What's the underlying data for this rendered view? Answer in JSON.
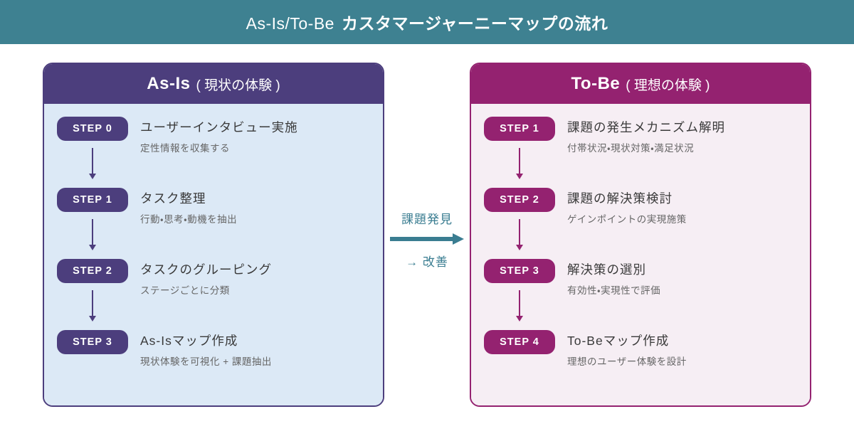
{
  "banner": {
    "title_latin": "As-Is/To-Be",
    "title_jp": "カスタマージャーニーマップの流れ"
  },
  "as_is": {
    "title": "As-Is",
    "subtitle": "( 現状の体験 )",
    "steps": [
      {
        "badge": "STEP 0",
        "title": "ユーザーインタビュー実施",
        "description": "定性情報を収集する"
      },
      {
        "badge": "STEP 1",
        "title": "タスク整理",
        "description": "行動・思考・動機を抽出"
      },
      {
        "badge": "STEP 2",
        "title": "タスクのグルーピング",
        "description": "ステージごとに分類"
      },
      {
        "badge": "STEP 3",
        "title": "As-Isマップ作成",
        "description": "現状体験を可視化 + 課題抽出"
      }
    ]
  },
  "to_be": {
    "title": "To-Be",
    "subtitle": "( 理想の体験 )",
    "steps": [
      {
        "badge": "STEP 1",
        "title": "課題の発生メカニズム解明",
        "description": "付帯状況・現状対策・満足状況"
      },
      {
        "badge": "STEP 2",
        "title": "課題の解決策検討",
        "description": "ゲインポイントの実現施策"
      },
      {
        "badge": "STEP 3",
        "title": "解決策の選別",
        "description": "有効性・実現性で評価"
      },
      {
        "badge": "STEP 4",
        "title": "To-Beマップ作成",
        "description": "理想のユーザー体験を設計"
      }
    ]
  },
  "connector": {
    "top_label": "課題発見",
    "bottom_label": "→ 改善"
  },
  "colors": {
    "page-bg": "#ffffff",
    "banner-bg": "#3e8191",
    "banner-text": "#ffffff",
    "teal": "#3a7d91",
    "purple": "#4c3e7d",
    "purple-body": "#dce9f6",
    "magenta": "#942270",
    "magenta-body": "#f6eef4",
    "title-text": "#3a3a3a",
    "sub-text": "#666666"
  }
}
